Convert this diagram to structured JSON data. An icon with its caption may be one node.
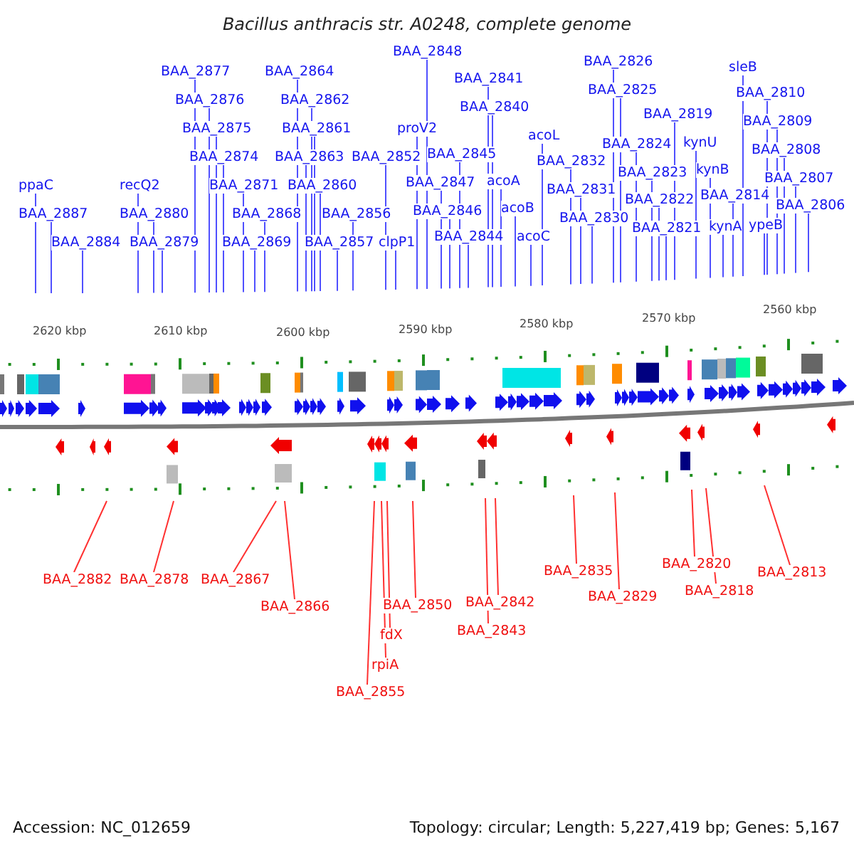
{
  "diagram": {
    "title": "Bacillus anthracis str. A0248, complete genome",
    "nodes": [
      {
        "text": [
          "ppaC"
        ]
      },
      {
        "text": [
          "BAA_2887"
        ]
      },
      {
        "text": [
          "BAA_2884"
        ]
      },
      {
        "text": [
          "recQ2"
        ]
      },
      {
        "text": [
          "BAA_2880"
        ]
      },
      {
        "text": [
          "BAA_2879"
        ]
      },
      {
        "text": [
          "BAA_2877"
        ]
      },
      {
        "text": [
          "BAA_2876"
        ]
      },
      {
        "text": [
          "BAA_2875"
        ]
      },
      {
        "text": [
          "BAA_2874"
        ]
      },
      {
        "text": [
          "BAA_2871"
        ]
      },
      {
        "text": [
          "BAA_2868"
        ]
      },
      {
        "text": [
          "BAA_2869"
        ]
      },
      {
        "text": [
          "BAA_2864"
        ]
      },
      {
        "text": [
          "BAA_2862"
        ]
      },
      {
        "text": [
          "BAA_2861"
        ]
      },
      {
        "text": [
          "BAA_2863"
        ]
      },
      {
        "text": [
          "BAA_2860"
        ]
      },
      {
        "text": [
          "BAA_2856"
        ]
      },
      {
        "text": [
          "BAA_2857"
        ]
      },
      {
        "text": [
          "BAA_2852"
        ]
      },
      {
        "text": [
          "clpP1"
        ]
      },
      {
        "text": [
          "BAA_2848"
        ]
      },
      {
        "text": [
          "proV2"
        ]
      },
      {
        "text": [
          "BAA_2845"
        ]
      },
      {
        "text": [
          "BAA_2847"
        ]
      },
      {
        "text": [
          "BAA_2846"
        ]
      },
      {
        "text": [
          "BAA_2844"
        ]
      },
      {
        "text": [
          "BAA_2841"
        ]
      },
      {
        "text": [
          "BAA_2840"
        ]
      },
      {
        "text": [
          "acoA"
        ]
      },
      {
        "text": [
          "acoB"
        ]
      },
      {
        "text": [
          "acoC"
        ]
      },
      {
        "text": [
          "acoL"
        ]
      },
      {
        "text": [
          "BAA_2832"
        ]
      },
      {
        "text": [
          "BAA_2831"
        ]
      },
      {
        "text": [
          "BAA_2830"
        ]
      },
      {
        "text": [
          "BAA_2826"
        ]
      },
      {
        "text": [
          "BAA_2825"
        ]
      },
      {
        "text": [
          "BAA_2824"
        ]
      },
      {
        "text": [
          "BAA_2823"
        ]
      },
      {
        "text": [
          "BAA_2822"
        ]
      },
      {
        "text": [
          "BAA_2821"
        ]
      },
      {
        "text": [
          "BAA_2819"
        ]
      },
      {
        "text": [
          "kynU"
        ]
      },
      {
        "text": [
          "kynB"
        ]
      },
      {
        "text": [
          "BAA_2814"
        ]
      },
      {
        "text": [
          "kynA"
        ]
      },
      {
        "text": [
          "sleB"
        ]
      },
      {
        "text": [
          "BAA_2810"
        ]
      },
      {
        "text": [
          "BAA_2809"
        ]
      },
      {
        "text": [
          "BAA_2808"
        ]
      },
      {
        "text": [
          "ypeB"
        ]
      },
      {
        "text": [
          "BAA_2807"
        ]
      },
      {
        "text": [
          "BAA_2806"
        ]
      },
      {
        "text": [
          "BAA_2882"
        ]
      },
      {
        "text": [
          "BAA_2878"
        ]
      },
      {
        "text": [
          "BAA_2867"
        ]
      },
      {
        "text": [
          "BAA_2866"
        ]
      },
      {
        "text": [
          "BAA_2855"
        ]
      },
      {
        "text": [
          "rpiA"
        ]
      },
      {
        "text": [
          "fdX"
        ]
      },
      {
        "text": [
          "BAA_2850"
        ]
      },
      {
        "text": [
          "BAA_2842"
        ]
      },
      {
        "text": [
          "BAA_2843"
        ]
      },
      {
        "text": [
          "BAA_2835"
        ]
      },
      {
        "text": [
          "BAA_2829"
        ]
      },
      {
        "text": [
          "BAA_2820"
        ]
      },
      {
        "text": [
          "BAA_2818"
        ]
      },
      {
        "text": [
          "BAA_2813"
        ]
      }
    ],
    "edges": [
      {
        "from": 0,
        "to": null,
        "arrow": "none"
      },
      {
        "from": 1,
        "to": null,
        "arrow": "none"
      },
      {
        "from": 2,
        "to": null,
        "arrow": "none"
      },
      {
        "from": 3,
        "to": null,
        "arrow": "none"
      },
      {
        "from": 4,
        "to": null,
        "arrow": "none"
      },
      {
        "from": 5,
        "to": null,
        "arrow": "none"
      },
      {
        "from": 6,
        "to": null,
        "arrow": "none"
      },
      {
        "from": 7,
        "to": null,
        "arrow": "none"
      },
      {
        "from": 8,
        "to": null,
        "arrow": "none"
      },
      {
        "from": 9,
        "to": null,
        "arrow": "none"
      },
      {
        "from": 10,
        "to": null,
        "arrow": "none"
      },
      {
        "from": 11,
        "to": null,
        "arrow": "none"
      },
      {
        "from": 12,
        "to": null,
        "arrow": "none"
      },
      {
        "from": 13,
        "to": null,
        "arrow": "none"
      },
      {
        "from": 14,
        "to": null,
        "arrow": "none"
      },
      {
        "from": 15,
        "to": null,
        "arrow": "none"
      },
      {
        "from": 16,
        "to": null,
        "arrow": "none"
      },
      {
        "from": 17,
        "to": null,
        "arrow": "none"
      },
      {
        "from": 18,
        "to": null,
        "arrow": "none"
      },
      {
        "from": 19,
        "to": null,
        "arrow": "none"
      },
      {
        "from": 20,
        "to": null,
        "arrow": "none"
      },
      {
        "from": 21,
        "to": null,
        "arrow": "none"
      },
      {
        "from": 22,
        "to": null,
        "arrow": "none"
      },
      {
        "from": 23,
        "to": null,
        "arrow": "none"
      },
      {
        "from": 24,
        "to": null,
        "arrow": "none"
      },
      {
        "from": 25,
        "to": null,
        "arrow": "none"
      },
      {
        "from": 26,
        "to": null,
        "arrow": "none"
      },
      {
        "from": 27,
        "to": null,
        "arrow": "none"
      },
      {
        "from": 28,
        "to": null,
        "arrow": "none"
      },
      {
        "from": 29,
        "to": null,
        "arrow": "none"
      },
      {
        "from": 30,
        "to": null,
        "arrow": "none"
      },
      {
        "from": 31,
        "to": null,
        "arrow": "none"
      },
      {
        "from": 32,
        "to": null,
        "arrow": "none"
      },
      {
        "from": 33,
        "to": null,
        "arrow": "none"
      },
      {
        "from": 34,
        "to": null,
        "arrow": "none"
      },
      {
        "from": 35,
        "to": null,
        "arrow": "none"
      },
      {
        "from": 36,
        "to": null,
        "arrow": "none"
      },
      {
        "from": 37,
        "to": null,
        "arrow": "none"
      },
      {
        "from": 38,
        "to": null,
        "arrow": "none"
      },
      {
        "from": 39,
        "to": null,
        "arrow": "none"
      },
      {
        "from": 40,
        "to": null,
        "arrow": "none"
      },
      {
        "from": 41,
        "to": null,
        "arrow": "none"
      },
      {
        "from": 42,
        "to": null,
        "arrow": "none"
      },
      {
        "from": 43,
        "to": null,
        "arrow": "none"
      },
      {
        "from": 44,
        "to": null,
        "arrow": "none"
      },
      {
        "from": 45,
        "to": null,
        "arrow": "none"
      },
      {
        "from": 46,
        "to": null,
        "arrow": "none"
      },
      {
        "from": 47,
        "to": null,
        "arrow": "none"
      },
      {
        "from": 48,
        "to": null,
        "arrow": "none"
      },
      {
        "from": 49,
        "to": null,
        "arrow": "none"
      },
      {
        "from": 50,
        "to": null,
        "arrow": "none"
      },
      {
        "from": 51,
        "to": null,
        "arrow": "none"
      },
      {
        "from": 52,
        "to": null,
        "arrow": "none"
      },
      {
        "from": 53,
        "to": null,
        "arrow": "none"
      },
      {
        "from": 54,
        "to": null,
        "arrow": "none"
      },
      {
        "from": 55,
        "to": null,
        "arrow": "none",
        "color": "#ff3030"
      },
      {
        "from": 56,
        "to": null,
        "arrow": "none",
        "color": "#ff3030"
      },
      {
        "from": 57,
        "to": null,
        "arrow": "none",
        "color": "#ff3030"
      },
      {
        "from": 58,
        "to": null,
        "arrow": "none",
        "color": "#ff3030"
      },
      {
        "from": 59,
        "to": null,
        "arrow": "none",
        "color": "#ff3030"
      },
      {
        "from": 60,
        "to": null,
        "arrow": "none",
        "color": "#ff3030"
      },
      {
        "from": 61,
        "to": null,
        "arrow": "none",
        "color": "#ff3030"
      },
      {
        "from": 62,
        "to": null,
        "arrow": "none",
        "color": "#ff3030"
      },
      {
        "from": 63,
        "to": null,
        "arrow": "none",
        "color": "#ff3030"
      },
      {
        "from": 64,
        "to": null,
        "arrow": "none",
        "color": "#ff3030"
      },
      {
        "from": 65,
        "to": null,
        "arrow": "none",
        "color": "#ff3030"
      },
      {
        "from": 66,
        "to": null,
        "arrow": "none",
        "color": "#ff3030"
      },
      {
        "from": 67,
        "to": null,
        "arrow": "none",
        "color": "#ff3030"
      },
      {
        "from": 68,
        "to": null,
        "arrow": "none",
        "color": "#ff3030"
      },
      {
        "from": 69,
        "to": null,
        "arrow": "none",
        "color": "#ff3030"
      }
    ],
    "labels": [
      "2620 kbp",
      "2610 kbp",
      "2600 kbp",
      "2590 kbp",
      "2580 kbp",
      "2570 kbp",
      "2560 kbp",
      "Accession: NC_012659",
      "Topology: circular; Length: 5,227,419 bp; Genes: 5,167"
    ]
  }
}
